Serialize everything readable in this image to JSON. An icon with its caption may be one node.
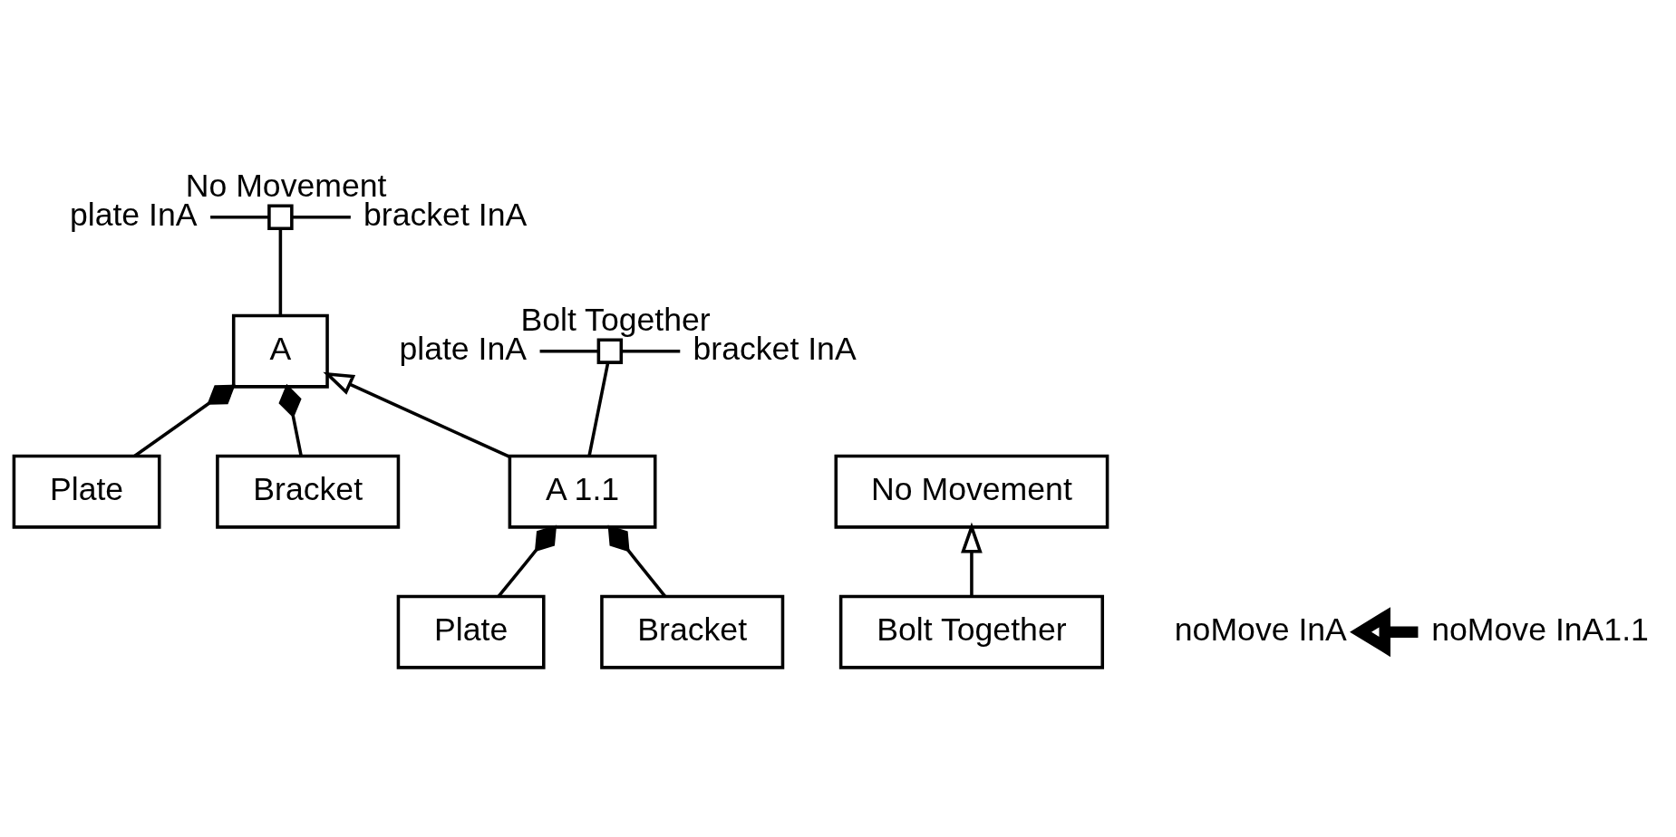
{
  "diagram": {
    "nodes": [
      {
        "text": [
          "A"
        ]
      },
      {
        "text": [
          "Plate"
        ]
      },
      {
        "text": [
          "Bracket"
        ]
      },
      {
        "text": [
          "No Movement"
        ]
      },
      {
        "text": [
          "Bolt Together"
        ]
      },
      {
        "text": [
          "A 1.1"
        ]
      },
      {
        "text": [
          "Plate"
        ]
      },
      {
        "text": [
          "Bracket"
        ]
      },
      {
        "text": [
          "noMove InA"
        ]
      },
      {
        "text": [
          "plate InA"
        ]
      },
      {
        "text": [],
        "shape": "box",
        "beside": [
          "No Movement"
        ]
      },
      {
        "text": [
          "bracket InA"
        ]
      },
      {
        "text": [
          "noMove InA1.1"
        ]
      },
      {
        "text": [
          "plate InA"
        ]
      },
      {
        "text": [],
        "shape": "box",
        "beside": [
          "Bolt Together"
        ]
      },
      {
        "text": [
          "bracket InA"
        ]
      }
    ],
    "edges": [
      {
        "from": 1,
        "to": 0,
        "arrow": "other"
      },
      {
        "from": 2,
        "to": 0,
        "arrow": "other"
      },
      {
        "from": 5,
        "to": 0,
        "arrow": "to"
      },
      {
        "from": 4,
        "to": 3,
        "arrow": "to"
      },
      {
        "from": 6,
        "to": 5,
        "arrow": "other"
      },
      {
        "from": 7,
        "to": 5,
        "arrow": "other"
      },
      {
        "from": 0,
        "to": 10,
        "arrow": "none"
      },
      {
        "from": 9,
        "to": 10,
        "arrow": "none"
      },
      {
        "from": 10,
        "to": 11,
        "arrow": "none"
      },
      {
        "from": 5,
        "to": 14,
        "arrow": "none"
      },
      {
        "from": 13,
        "to": 14,
        "arrow": "none"
      },
      {
        "from": 14,
        "to": 15,
        "arrow": "none"
      },
      {
        "from": 12,
        "to": 8,
        "arrow": "to",
        "style": "thick"
      }
    ]
  }
}
